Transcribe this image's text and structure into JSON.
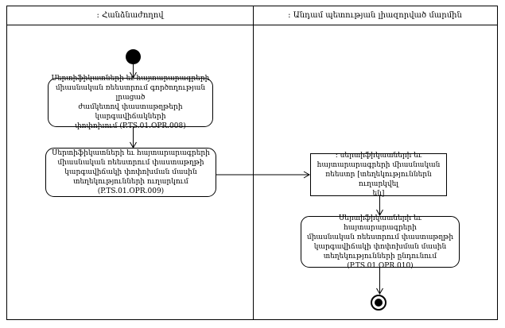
{
  "colors": {
    "line": "#000000",
    "background": "#ffffff"
  },
  "lanes": [
    {
      "title": ": Հանձնաժողով"
    },
    {
      "title": ": Անդամ պետության լիազորված մարմին"
    }
  ],
  "nodes": {
    "opr008": {
      "label": "Սերտիֆիկատների եւ հայտարարագրերի\nմիասնական ռեեստրում գործողության լրացած\nժամկետով փաստաթղթերի կարգավիճակների\nփոփոխում (P.TS.01.OPR.008)"
    },
    "opr009": {
      "label": "Սերտիֆիկատների եւ հայտարարագրերի\nմիասնական ռեեստրում փաստաթղթի\nկարգավիճակի փոփոխման մասին\nտեղեկությունների ուղարկում (P.TS.01.OPR.009)"
    },
    "registry": {
      "label": ": սերտիֆիկատների եւ\nհայտարարագրերի միասնական\nռեեստր [տեղեկություններն ուղարկվել\nեն]"
    },
    "opr010": {
      "label": "Սերտիֆիկատների եւ հայտարարագրերի\nմիասնական ռեեստրում փաստաթղթի\nկարգավիճակի փոփոխման մասին\nտեղեկությունների ընդունում (P.TS.01.OPR.010)"
    }
  }
}
